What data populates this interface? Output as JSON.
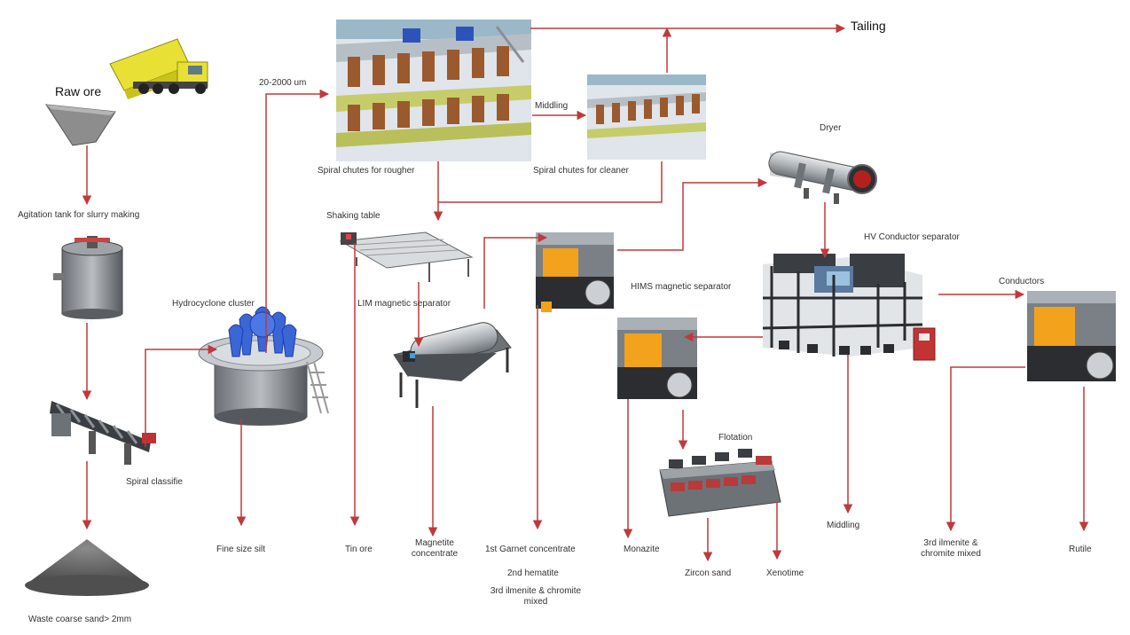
{
  "labels": {
    "raw_ore": "Raw ore",
    "agitation_tank": "Agitation tank for slurry making",
    "spiral_classifier": "Spiral classifie",
    "waste_sand": "Waste coarse sand> 2mm",
    "hydrocyclone": "Hydrocyclone cluster",
    "fine_silt": "Fine size silt",
    "size_range": "20-2000 um",
    "spiral_rougher": "Spiral chutes for rougher",
    "middling_top": "Middling",
    "spiral_cleaner": "Spiral chutes for cleaner",
    "tailing": "Tailing",
    "shaking_table": "Shaking table",
    "tin_ore": "Tin ore",
    "lim_separator": "LIM magnetic  separator",
    "magnetite_conc": "Magnetite concentrate",
    "garnet_conc": "1st Garnet concentrate",
    "hematite": "2nd hematite",
    "ilmenite_chromite_mixed": "3rd ilmenite & chromite mixed",
    "hims_separator": "HIMS magnetic separator",
    "dryer": "Dryer",
    "hv_conductor": "HV Conductor separator",
    "conductors": "Conductors",
    "monazite": "Monazite",
    "flotation": "Flotation",
    "zircon_sand": "Zircon sand",
    "xenotime": "Xenotime",
    "middling_bottom": "Middling",
    "ilmenite_chromite_right": "3rd ilmenite & chromite mixed",
    "rutile": "Rutile"
  },
  "colors": {
    "arrow": "#c0393b",
    "machine_dark": "#3a3d42",
    "machine_orange": "#f2a21b",
    "hydrocyclone_blue": "#3a66d8",
    "truck_yellow": "#e8e034",
    "spiral_brown": "#9a5a2e",
    "structure_grey": "#9aa1a8"
  }
}
